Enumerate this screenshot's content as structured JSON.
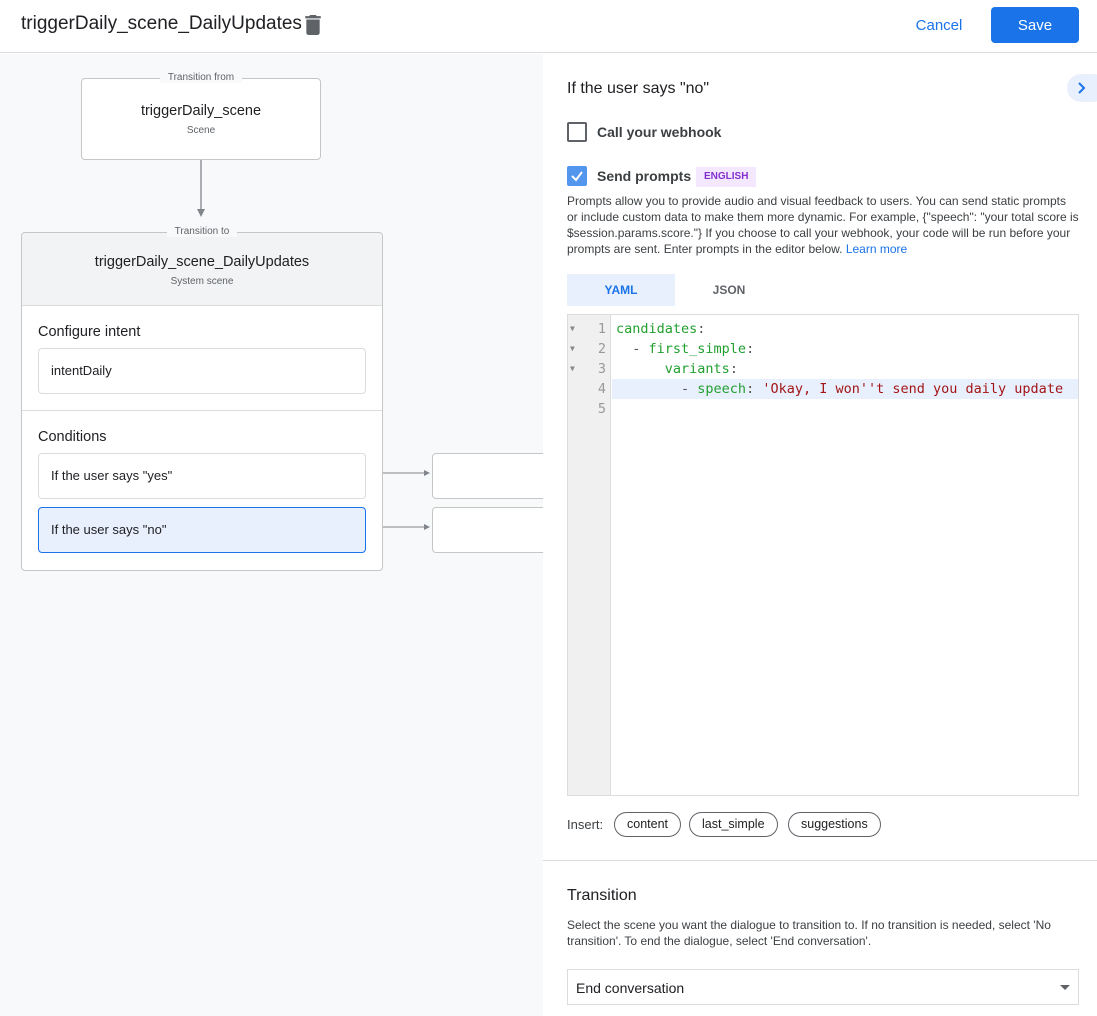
{
  "header": {
    "title": "triggerDaily_scene_DailyUpdates",
    "cancel": "Cancel",
    "save": "Save"
  },
  "canvas": {
    "from": {
      "legend": "Transition from",
      "name": "triggerDaily_scene",
      "type": "Scene"
    },
    "to": {
      "legend": "Transition to",
      "name": "triggerDaily_scene_DailyUpdates",
      "type": "System scene"
    },
    "intent_label": "Configure intent",
    "intent": "intentDaily",
    "conditions_label": "Conditions",
    "conditions": [
      "If the user says \"yes\"",
      "If the user says \"no\""
    ]
  },
  "panel": {
    "heading": "If the user says \"no\"",
    "webhook_label": "Call your webhook",
    "webhook_checked": false,
    "prompts_label": "Send prompts",
    "prompts_checked": true,
    "lang_badge": "ENGLISH",
    "description": "Prompts allow you to provide audio and visual feedback to users. You can send static prompts or include custom data to make them more dynamic. For example, {\"speech\": \"your total score is $session.params.score.\"} If you choose to call your webhook, your code will be run before your prompts are sent. Enter prompts in the editor below.",
    "learn_more": "Learn more",
    "tabs": [
      "YAML",
      "JSON"
    ],
    "active_tab": "YAML",
    "code_lines": [
      {
        "n": "1",
        "key": "candidates",
        "prefix": "",
        "val": ""
      },
      {
        "n": "2",
        "key": "first_simple",
        "prefix": "- ",
        "val": ""
      },
      {
        "n": "3",
        "key": "variants",
        "prefix": "",
        "val": ""
      },
      {
        "n": "4",
        "key": "speech",
        "prefix": "- ",
        "val": "'Okay, I won''t send you daily update"
      },
      {
        "n": "5",
        "key": "",
        "prefix": "",
        "val": ""
      }
    ],
    "insert_label": "Insert:",
    "insert_chips": [
      "content",
      "last_simple",
      "suggestions"
    ],
    "transition_heading": "Transition",
    "transition_desc": "Select the scene you want the dialogue to transition to. If no transition is needed, select 'No transition'. To end the dialogue, select 'End conversation'.",
    "transition_value": "End conversation"
  },
  "colors": {
    "accent": "#1a73e8",
    "yaml_key": "#22a030",
    "yaml_string": "#a31515",
    "badge_bg": "#f3e8fd",
    "badge_text": "#8430ce"
  }
}
